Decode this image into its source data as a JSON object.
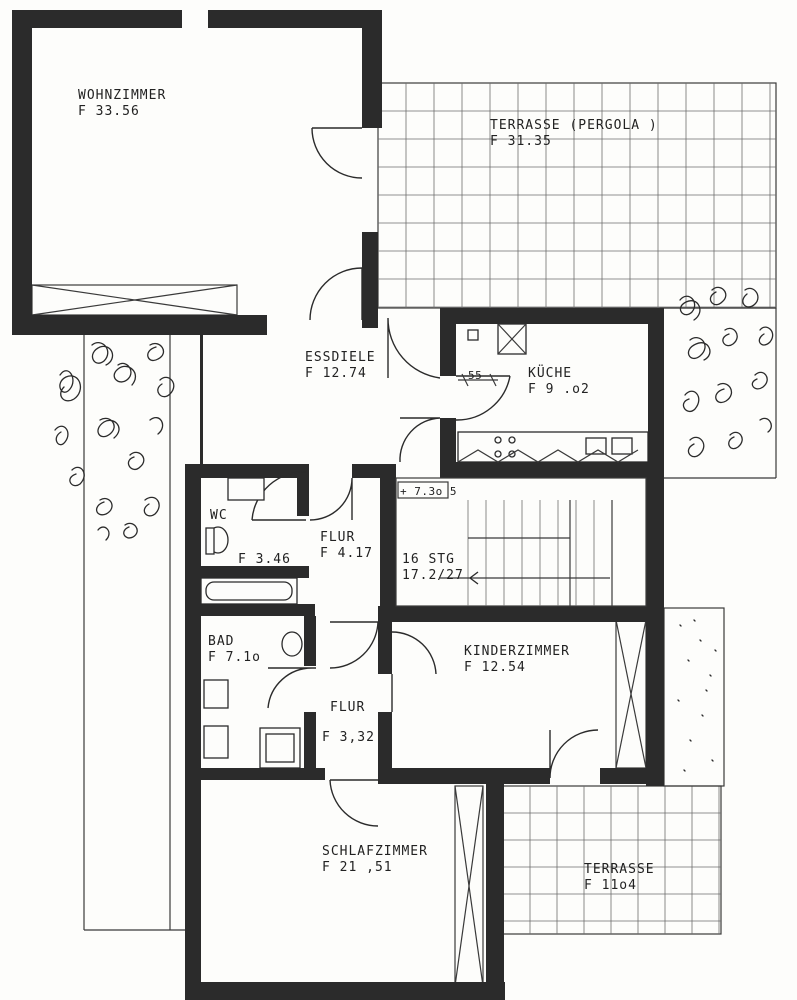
{
  "rooms": {
    "wohnzimmer": {
      "name": "WOHNZIMMER",
      "area": "F 33.56"
    },
    "terrasse_pergola": {
      "name": "TERRASSE (PERGOLA )",
      "area": "F 31.35"
    },
    "essdiele": {
      "name": "ESSDIELE",
      "area": "F 12.74"
    },
    "kueche": {
      "name": "KÜCHE",
      "area": "F 9 .o2"
    },
    "wc": {
      "name": "WC",
      "area": "F 3.46"
    },
    "flur_upper": {
      "name": "FLUR",
      "area": "F 4.17"
    },
    "stair": {
      "name": "16 STG",
      "area": "17.2/27"
    },
    "bad": {
      "name": "BAD",
      "area": "F 7.1o"
    },
    "kinderzimmer": {
      "name": "KINDERZIMMER",
      "area": "F 12.54"
    },
    "flur_lower": {
      "name": "FLUR",
      "area": "F 3,32"
    },
    "schlafzimmer": {
      "name": "SCHLAFZIMMER",
      "area": "F 21 ,51"
    },
    "terrasse_small": {
      "name": "TERRASSE",
      "area": "F 11o4"
    }
  },
  "annotations": {
    "dim_55": "55",
    "level": "+ 7.3o 5"
  },
  "colors": {
    "wall": "#2b2b2b",
    "paper": "#fdfdfb",
    "line": "#3a3a3a"
  }
}
